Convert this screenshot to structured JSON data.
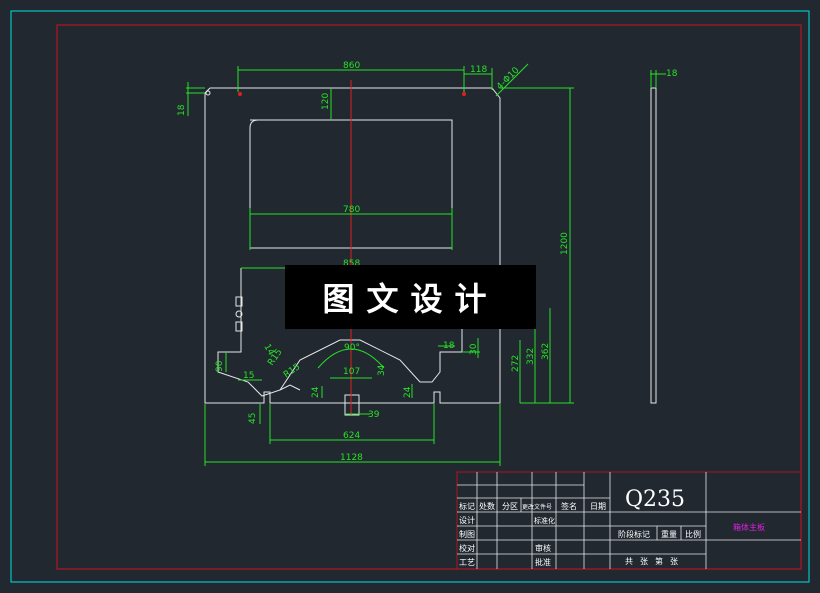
{
  "drawing": {
    "dims": {
      "d860": "860",
      "d118": "118",
      "d4phi10": "4-Φ10",
      "d18_left": "18",
      "d120": "120",
      "d780": "780",
      "d858": "858",
      "d1200": "1200",
      "d90deg": "90°",
      "d107": "107",
      "d34": "34",
      "d24": "24",
      "d24b": "24",
      "d39": "39",
      "d624": "624",
      "d1128": "1128",
      "d45": "45",
      "d90": "90",
      "d15": "15",
      "d18_mid": "18",
      "d30": "30",
      "d272": "272",
      "d332": "332",
      "d362": "362",
      "dR15a": "R15",
      "dR15b": "R15",
      "d14": "14",
      "d18_side": "18"
    }
  },
  "title_block": {
    "material": "Q235",
    "part_name": "箱体主板",
    "cells": {
      "biaoji": "标记",
      "chushu": "处数",
      "fenqu": "分区",
      "gengwen": "更改文件号",
      "qianming": "签名",
      "riqi": "日期",
      "sheji": "设计",
      "biaozhun": "标准化",
      "zhitu": "制图",
      "jiaodui": "校对",
      "shenhe": "审核",
      "gongyi": "工艺",
      "pizhun": "批准",
      "jieduan": "阶段标记",
      "zhongliang": "重量",
      "bili": "比例",
      "gong": "共",
      "zhang1": "张",
      "di": "第",
      "zhang2": "张"
    }
  },
  "watermark": "图文设计",
  "colors": {
    "background": "#212830",
    "frame_outer": "#00e0e0",
    "frame_inner": "#d01020",
    "part": "#e8e8e8",
    "dimension": "#28e028",
    "center": "#e02020",
    "title_text": "#ffffff",
    "part_name": "#e020e0"
  }
}
